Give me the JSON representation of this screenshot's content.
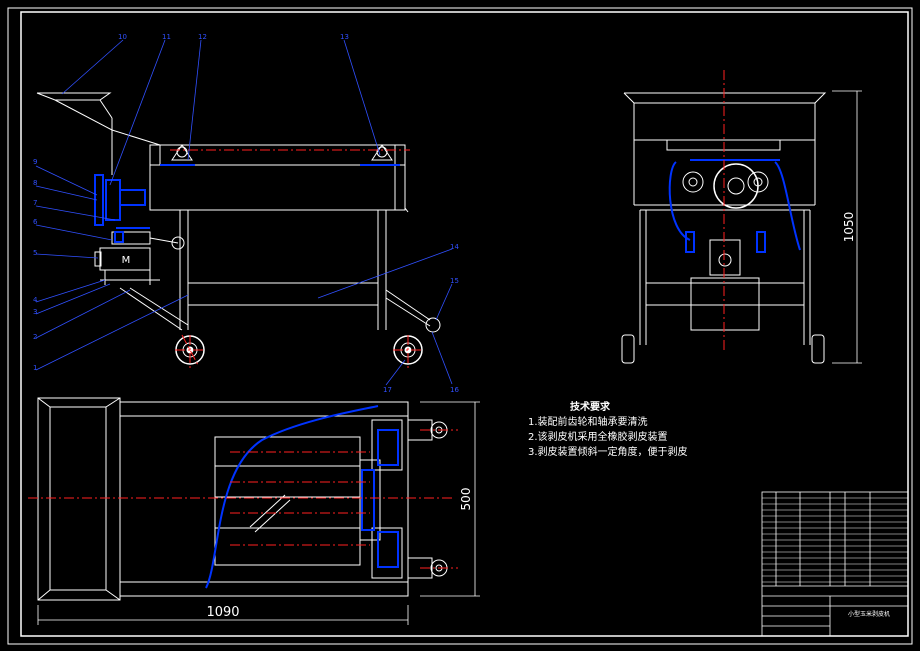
{
  "part_numbers": [
    "10",
    "11",
    "12",
    "13",
    "9",
    "8",
    "7",
    "6",
    "5",
    "4",
    "3",
    "2",
    "1",
    "14",
    "15",
    "16",
    "17"
  ],
  "motor_label": "M",
  "dimensions": {
    "width": "1090",
    "depth": "500",
    "height": "1050"
  },
  "technical_requirements": {
    "title": "技术要求",
    "items": [
      "1.装配前齿轮和轴承要清洗",
      "2.该剥皮机采用全橡胶剥皮装置",
      "3.剥皮装置倾斜一定角度，便于剥皮"
    ]
  },
  "title_block": {
    "drawing_name": "小型玉米剥皮机"
  },
  "colors": {
    "background": "#000000",
    "outline": "#ffffff",
    "part": "#0033ff",
    "centerline": "#ff2020",
    "leader": "#3050ff"
  }
}
